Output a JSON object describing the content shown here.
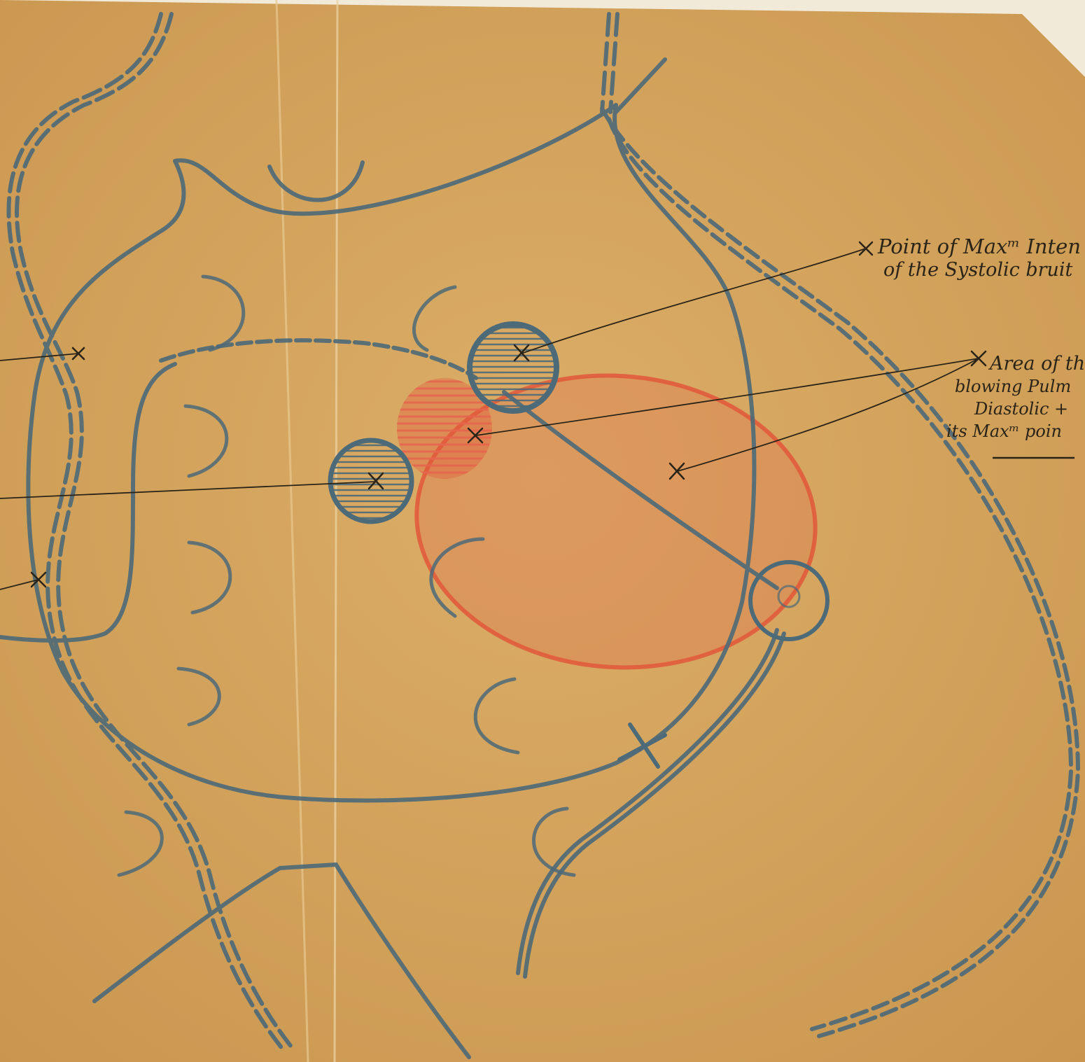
{
  "colors": {
    "paper": "#d9a962",
    "paper_shadow": "#c79650",
    "backing": "#f2ead8",
    "blue_pencil": "#4d6a78",
    "red_pencil": "#e2573a",
    "ink": "#2a2418"
  },
  "annotations": {
    "systolic": {
      "line1": "Point of Maxᵐ Inten",
      "line2": "of the Systolic bruit"
    },
    "diastolic": {
      "line1": "Area of th",
      "line2": "blowing Pulm",
      "line3": "Diastolic +",
      "line4": "its Maxᵐ poin"
    }
  }
}
